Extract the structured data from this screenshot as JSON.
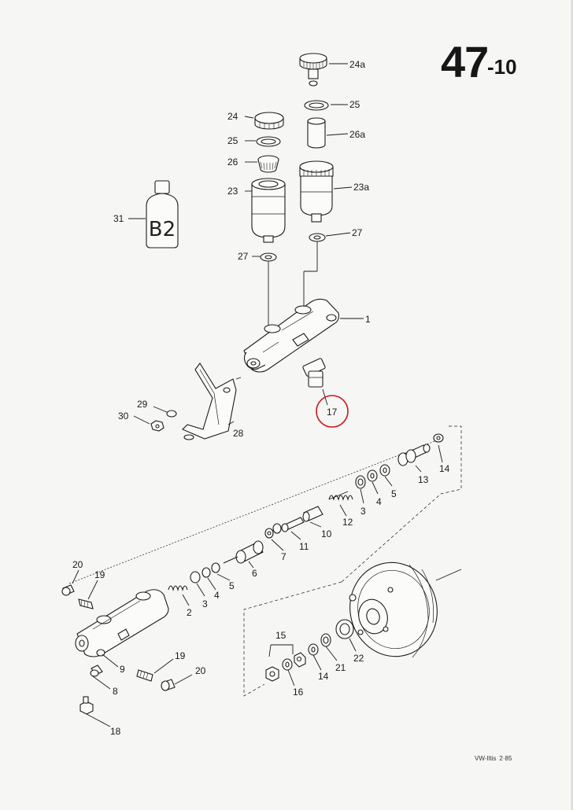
{
  "header": {
    "page_number": "47",
    "page_suffix": "-10"
  },
  "footer": {
    "model": "VW-Iltis",
    "date": "2·85"
  },
  "highlight": {
    "label": "17",
    "color": "#d0141a"
  },
  "bottle_label": "B2",
  "labels": {
    "p24a": "24a",
    "p25a": "25",
    "p26a": "26a",
    "p24": "24",
    "p25": "25",
    "p26": "26",
    "p23": "23",
    "p23a": "23a",
    "p31": "31",
    "p27a": "27",
    "p27": "27",
    "p1": "1",
    "p29": "29",
    "p30": "30",
    "p28": "28",
    "p14": "14",
    "p13": "13",
    "p5": "5",
    "p4": "4",
    "p3": "3",
    "p12": "12",
    "p10": "10",
    "p11": "11",
    "p7": "7",
    "p6": "6",
    "p5b": "5",
    "p4b": "4",
    "p3b": "3",
    "p2": "2",
    "p20": "20",
    "p19": "19",
    "p9": "9",
    "p8": "8",
    "p19b": "19",
    "p20b": "20",
    "p18": "18",
    "p15": "15",
    "p16": "16",
    "p14b": "14",
    "p21": "21",
    "p22": "22"
  }
}
